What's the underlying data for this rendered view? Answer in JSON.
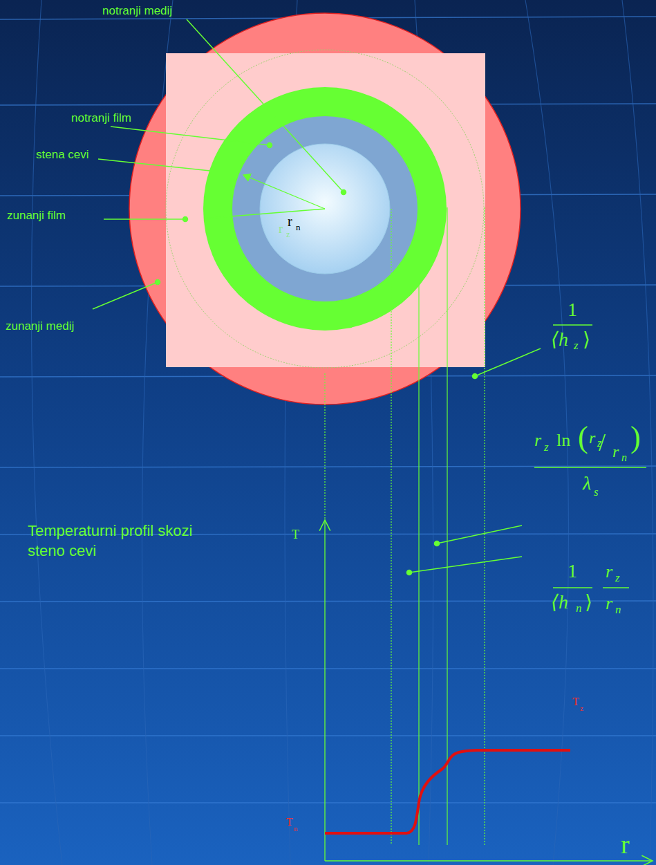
{
  "diagram": {
    "labels": [
      "notranji medij",
      "notranji film",
      "stena cevi",
      "zunanji film",
      "zunanji medij",
      "r",
      "n",
      "r",
      "z",
      "1",
      "⟨h",
      "z",
      "⟩",
      "r",
      "z",
      "ln",
      "(",
      "r",
      "z",
      "/",
      "r",
      "n",
      ")",
      "λ",
      "s",
      "1",
      "⟨h",
      "n",
      "⟩",
      "r",
      "z",
      "r",
      "n",
      "Temperaturni profil skozi steno cevi",
      "T",
      "T",
      "n",
      "T",
      "z",
      "r"
    ]
  }
}
